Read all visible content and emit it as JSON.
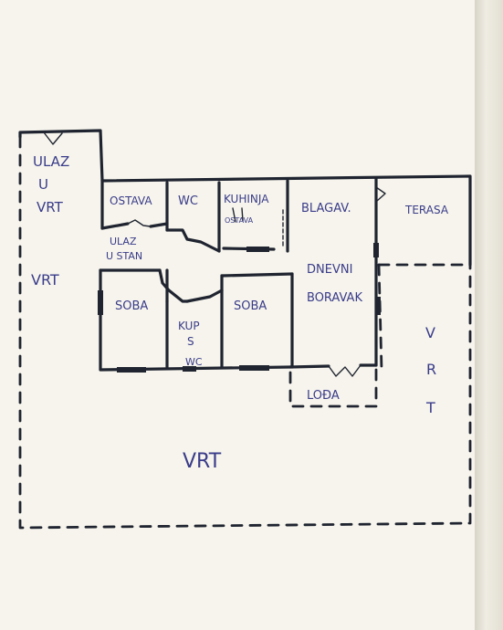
{
  "labels": {
    "ulaz_u_vrt_1": "ULAZ",
    "ulaz_u_vrt_2": "U",
    "ulaz_u_vrt_3": "VRT",
    "vrt_left": "VRT",
    "ostava": "OSTAVA",
    "wc": "WC",
    "kuhinja": "KUHINJA",
    "kuhinja_ostava": "OSTAVA",
    "blagav": "BLAGAV.",
    "terasa": "TERASA",
    "ulaz_u_stan_1": "ULAZ",
    "ulaz_u_stan_2": "U STAN",
    "dnevni": "DNEVNI",
    "boravak": "BORAVAK",
    "soba_left": "SOBA",
    "soba_mid": "SOBA",
    "kup_1": "KUP",
    "kup_2": "S",
    "kup_3": "WC",
    "loda": "LOĐA",
    "vrt_right_1": "V",
    "vrt_right_2": "R",
    "vrt_right_3": "T",
    "vrt_bottom": "VRT"
  },
  "colors": {
    "paper": "#f6f4ec",
    "ink": "#1f2430",
    "label_ink": "#3a3c8a"
  }
}
